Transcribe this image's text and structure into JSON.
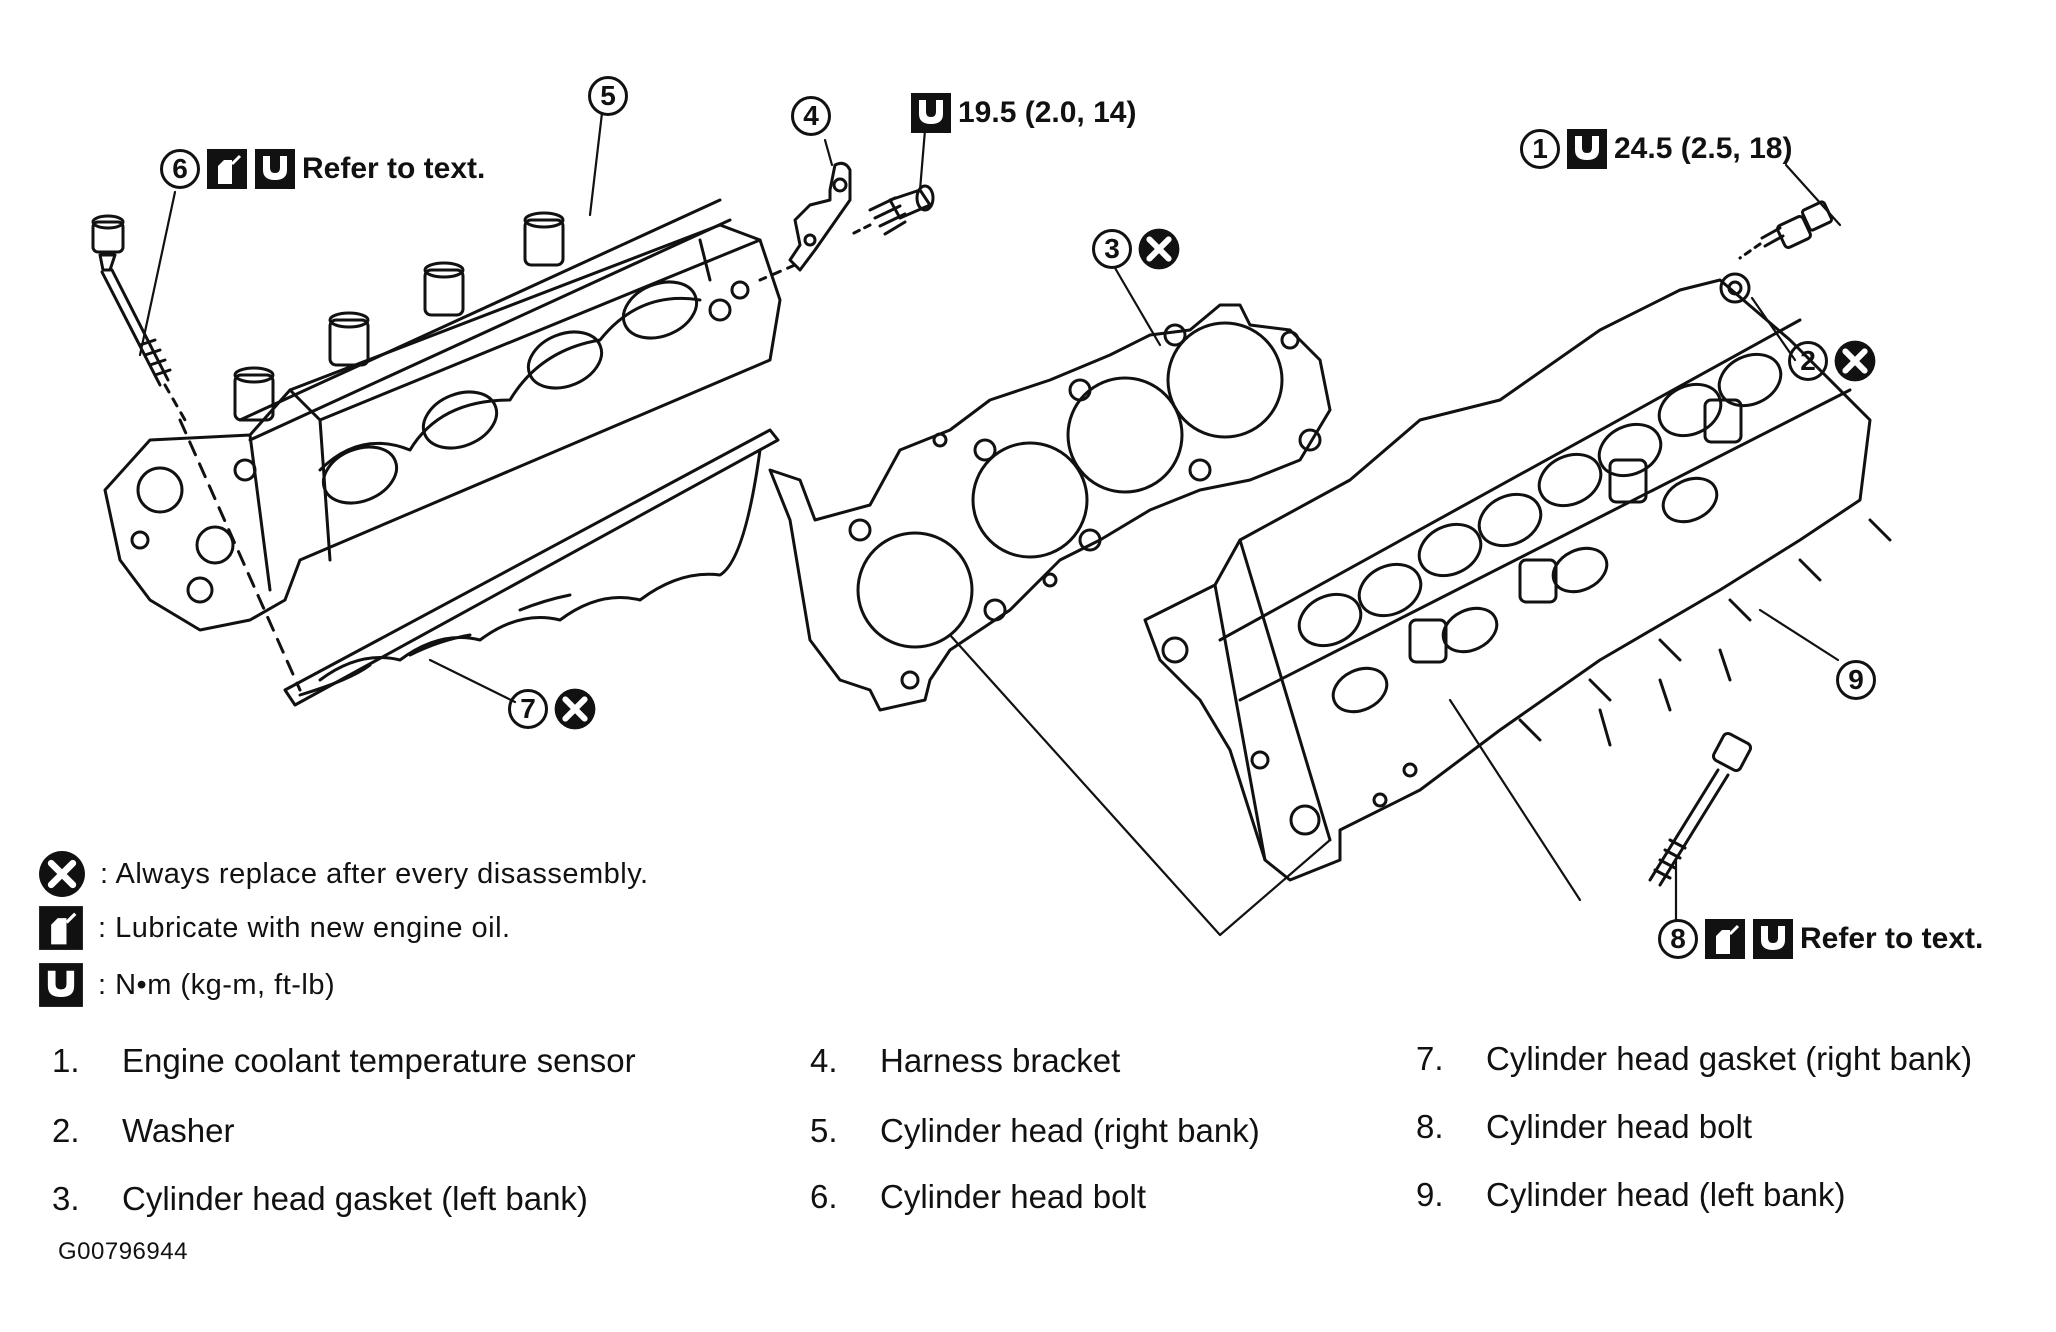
{
  "callouts": [
    {
      "id": "1",
      "text": "24.5 (2.5, 18)",
      "icons": [
        "torque"
      ]
    },
    {
      "id": "2",
      "text": "",
      "icons": [
        "replace"
      ]
    },
    {
      "id": "3",
      "text": "",
      "icons": [
        "replace"
      ]
    },
    {
      "id": "4",
      "text": "",
      "icons": []
    },
    {
      "id": "4b",
      "text": "19.5 (2.0, 14)",
      "icons": [
        "torque"
      ]
    },
    {
      "id": "5",
      "text": "",
      "icons": []
    },
    {
      "id": "6",
      "text": "Refer to text.",
      "icons": [
        "oil",
        "torque"
      ]
    },
    {
      "id": "7",
      "text": "",
      "icons": [
        "replace"
      ]
    },
    {
      "id": "8",
      "text": "Refer to text.",
      "icons": [
        "oil",
        "torque"
      ]
    },
    {
      "id": "9",
      "text": "",
      "icons": []
    }
  ],
  "callout_numbers": {
    "n1": "1",
    "n2": "2",
    "n3": "3",
    "n4": "4",
    "n5": "5",
    "n6": "6",
    "n7": "7",
    "n8": "8",
    "n9": "9"
  },
  "legend": [
    {
      "icon": "replace-icon",
      "text": ": Always replace after every disassembly."
    },
    {
      "icon": "oil-can-icon",
      "text": ": Lubricate with new engine oil."
    },
    {
      "icon": "torque-wrench-icon",
      "text": ": N•m  (kg-m,  ft-lb)"
    }
  ],
  "parts": [
    {
      "num": "1.",
      "name": "Engine coolant temperature sensor"
    },
    {
      "num": "2.",
      "name": "Washer"
    },
    {
      "num": "3.",
      "name": "Cylinder head gasket (left bank)"
    },
    {
      "num": "4.",
      "name": "Harness bracket"
    },
    {
      "num": "5.",
      "name": "Cylinder head (right bank)"
    },
    {
      "num": "6.",
      "name": "Cylinder head bolt"
    },
    {
      "num": "7.",
      "name": "Cylinder head gasket (right bank)"
    },
    {
      "num": "8.",
      "name": "Cylinder head bolt"
    },
    {
      "num": "9.",
      "name": "Cylinder head (left bank)"
    }
  ],
  "figure_id": "G00796944",
  "colors": {
    "ink": "#111111",
    "paper": "#ffffff"
  }
}
